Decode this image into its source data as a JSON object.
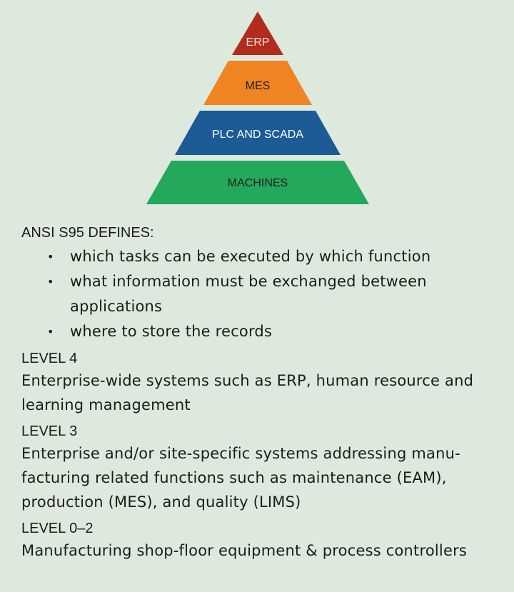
{
  "pyramid": {
    "tiers": [
      {
        "label": "ERP",
        "color": "#b32b1c",
        "text_color": "#f3e3df"
      },
      {
        "label": "MES",
        "color": "#ee8422",
        "text_color": "#1f1f1f"
      },
      {
        "label": "PLC AND SCADA",
        "color": "#1c5b96",
        "text_color": "#ffffff"
      },
      {
        "label": "MACHINES",
        "color": "#23a85c",
        "text_color": "#1f1f1f"
      }
    ]
  },
  "ansi": {
    "heading": "ANSI S95 DEFINES:",
    "items": [
      "which tasks can be executed by which function",
      "what information must be exchanged between\napplications",
      "where to store the records"
    ]
  },
  "levels": [
    {
      "title": "LEVEL 4",
      "description": "Enterprise-wide systems such as ERP, human resource and\nlearning management"
    },
    {
      "title": "LEVEL 3",
      "description": "Enterprise and/or site-specific systems addressing manu-\nfacturing related functions such as maintenance (EAM),\nproduction (MES), and quality (LIMS)"
    },
    {
      "title": "LEVEL 0–2",
      "description": "Manufacturing shop-floor equipment & process controllers"
    }
  ]
}
